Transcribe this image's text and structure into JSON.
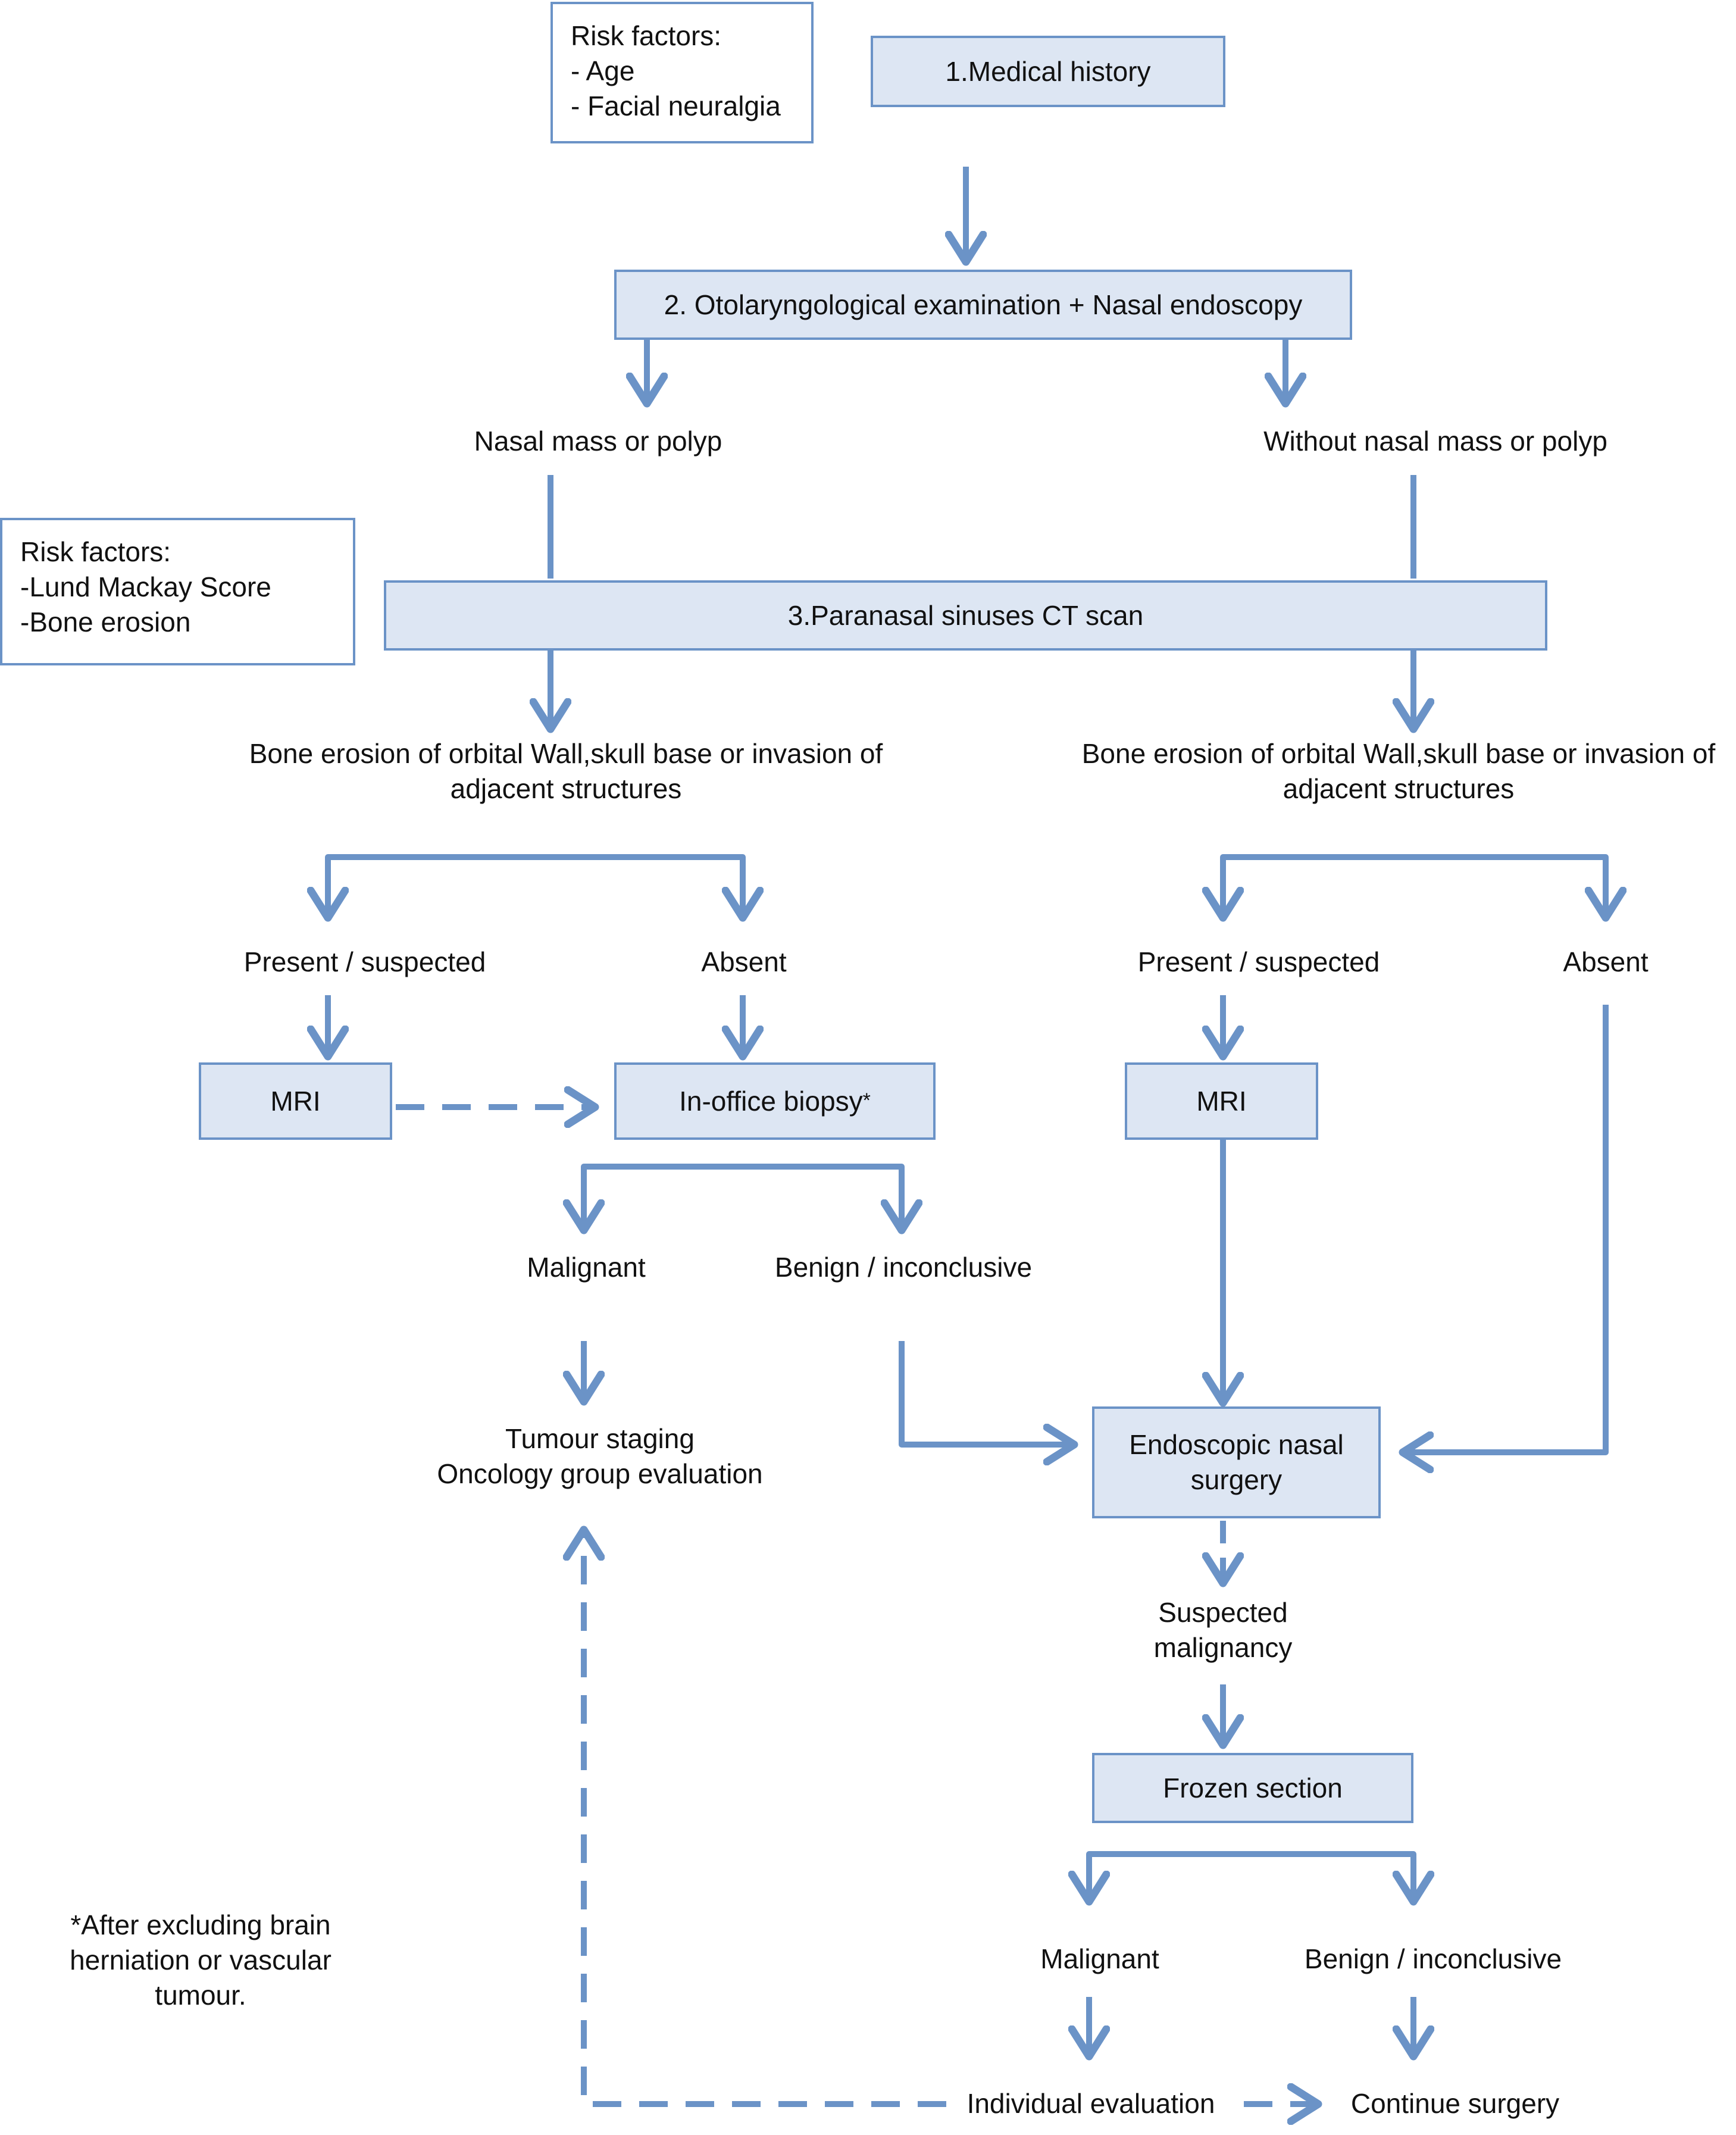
{
  "risk_top": {
    "title": "Risk factors:",
    "items": [
      "- Age",
      "- Facial neuralgia"
    ]
  },
  "risk_mid": {
    "title": "Risk factors:",
    "items": [
      "-Lund Mackay Score",
      "-Bone erosion"
    ]
  },
  "step1": "1.Medical history",
  "step2": "2. Otolaryngological examination + Nasal endoscopy",
  "branch": {
    "mass": "Nasal mass or polyp",
    "no_mass": "Without nasal mass or polyp"
  },
  "step3": "3.Paranasal sinuses CT scan",
  "bone_left": [
    "Bone erosion of orbital Wall,skull base or invasion of",
    "adjacent structures"
  ],
  "bone_right": [
    "Bone erosion of orbital Wall,skull base or invasion of",
    "adjacent structures"
  ],
  "left": {
    "present": "Present / suspected",
    "absent": "Absent",
    "mri": "MRI",
    "biopsy": "In-office biopsy",
    "biopsy_mark": "*",
    "malignant": "Malignant",
    "benign": "Benign / inconclusive",
    "staging": [
      "Tumour staging",
      "Oncology group evaluation"
    ]
  },
  "right": {
    "present": "Present / suspected",
    "absent": "Absent",
    "mri": "MRI",
    "surgery": [
      "Endoscopic nasal",
      "surgery"
    ],
    "suspected": [
      "Suspected",
      "malignancy"
    ],
    "frozen": "Frozen section",
    "malignant": "Malignant",
    "benign": "Benign / inconclusive",
    "individual": "Individual evaluation",
    "continue": "Continue surgery"
  },
  "footnote": [
    "*After excluding brain",
    "herniation or vascular",
    "tumour."
  ],
  "colors": {
    "line": "#6b93c7",
    "box_fill": "#dde6f3",
    "box_border": "#6b93c7",
    "text": "#111111"
  }
}
